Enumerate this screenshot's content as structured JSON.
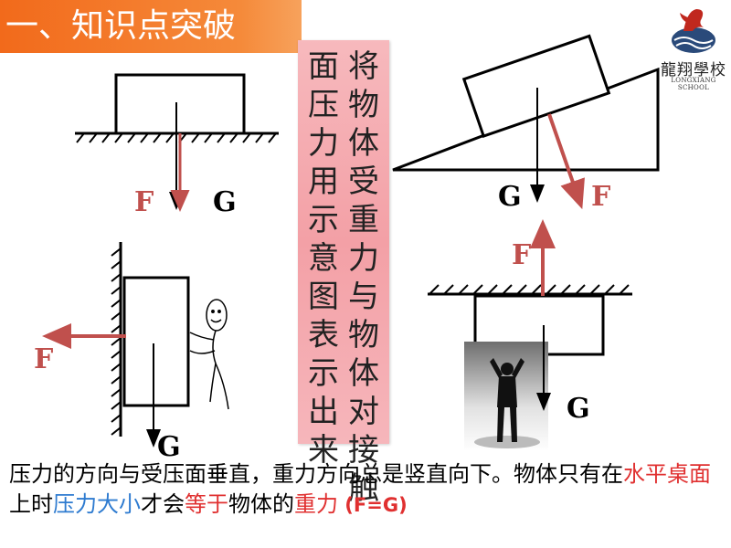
{
  "title": "一、知识点突破",
  "logo": {
    "name": "龍翔學校",
    "subtitle": "LONGXIANG SCHOOL",
    "icon": "dragon-emblem-icon"
  },
  "vertical_text": {
    "col_right": "将物体受重力与物体对接触",
    "col_left": "面压力用示意图表示出来"
  },
  "labels": {
    "top_left_F": "F",
    "top_left_G": "G",
    "wall_F": "F",
    "wall_G": "G",
    "incline_G": "G",
    "incline_F": "F",
    "ceiling_F": "F",
    "ceiling_G": "G"
  },
  "bottom_text": {
    "part1": "压力的方向与受压面垂直，重力方向总是竖直向下。物体只有在",
    "part2": "水平桌面",
    "part3": "上时",
    "part4": "压力大小",
    "part5": "才会",
    "part6": "等于",
    "part7": "物体的",
    "part8": "重力",
    "part9": " (F=G)"
  },
  "colors": {
    "title_bg": "#f26a1b",
    "vertical_box_bg": "#f3a0a6",
    "force_arrow": "#c0504d",
    "highlight_red": "#e03030",
    "highlight_blue": "#2e7bd0"
  }
}
